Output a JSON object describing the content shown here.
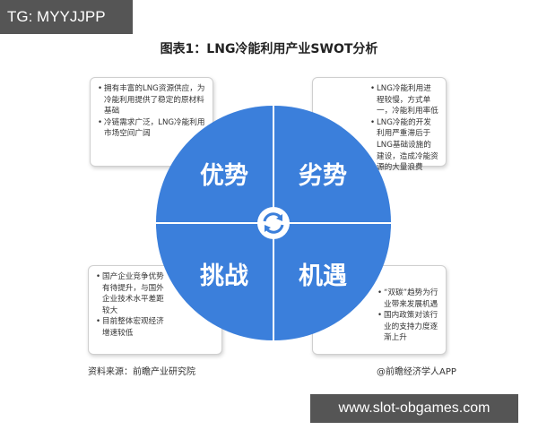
{
  "tag": "TG: MYYJJPP",
  "title": "图表1：LNG冷能利用产业SWOT分析",
  "quadrants": {
    "strength": "优势",
    "weakness": "劣势",
    "threat": "挑战",
    "opportunity": "机遇"
  },
  "boxes": {
    "strength": [
      "拥有丰富的LNG资源供应，为冷能利用提供了稳定的原材料基础",
      "冷链需求广泛，LNG冷能利用市场空间广阔"
    ],
    "weakness": [
      "LNG冷能利用进程较慢，方式单一，冷能利用率低",
      "LNG冷能的开发利用严重滞后于LNG基础设施的建设，造成冷能资源的大量浪费"
    ],
    "threat": [
      "国产企业竞争优势有待提升，与国外企业技术水平差距较大",
      "目前整体宏观经济增速较低"
    ],
    "opportunity": [
      "“双碳”趋势为行业带来发展机遇",
      "国内政策对该行业的支持力度逐渐上升"
    ]
  },
  "footer": {
    "source": "资料来源：前瞻产业研究院",
    "credit": "@前瞻经济学人APP"
  },
  "watermark_url": "www.slot-obgames.com",
  "colors": {
    "quadrant": "#3b7fdb",
    "overlay": "#555555"
  }
}
